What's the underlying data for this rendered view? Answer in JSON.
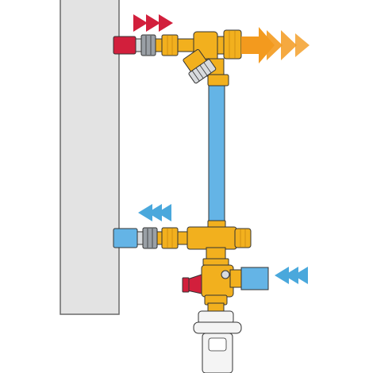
{
  "diagram": {
    "kind": "water-heater-plumbing-schematic",
    "components": [
      "water-heater-tank",
      "hot-water-outlet-pipe",
      "hot-water-dielectric-union",
      "hot-water-brass-fitting",
      "hot-water-y-tee-fitting",
      "hot-water-y-tee-strainer",
      "hot-water-outlet-flow",
      "vertical-crossover-pipe",
      "cold-water-inlet-pipe",
      "cold-water-dielectric-union",
      "cold-water-brass-tee",
      "safety-group-valve",
      "pressure-relief-cap",
      "cold-water-supply-pipe",
      "drain-siphon"
    ],
    "flows": [
      {
        "name": "hot-water-inlet-arrows",
        "direction": "right",
        "color": "#d21f3c"
      },
      {
        "name": "hot-water-outlet-arrows",
        "direction": "right",
        "color": "#f39a1e"
      },
      {
        "name": "cold-water-return-arrows",
        "direction": "left",
        "color": "#4aa8dc"
      },
      {
        "name": "cold-water-supply-arrows",
        "direction": "left",
        "color": "#4aa8dc"
      }
    ]
  },
  "colors": {
    "tank_fill": "#e3e3e3",
    "tank_stroke": "#6a6a6a",
    "outline": "#333333",
    "hot_pipe": "#d21f3c",
    "cold_pipe": "#64b4e6",
    "brass": "#f2b01e",
    "brass_shade": "#c98a0e",
    "steel": "#9aa0a6",
    "steel_light": "#d8dbde",
    "hot_arrow_red": "#d21f3c",
    "hot_arrow_orange": "#f39a1e",
    "cold_arrow": "#4aa8dc",
    "siphon": "#f4f4f4"
  }
}
